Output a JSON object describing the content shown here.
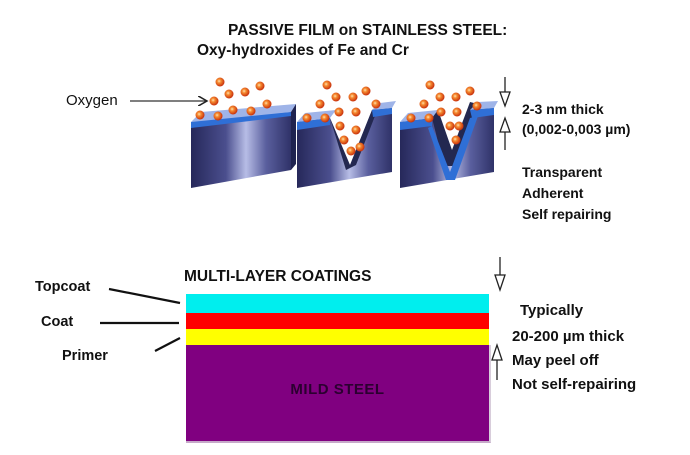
{
  "passive_film": {
    "title_line1": "PASSIVE FILM on STAINLESS STEEL:",
    "title_line2": "Oxy-hydroxides of Fe and Cr",
    "oxygen_label": "Oxygen",
    "thickness_line1": "2-3 nm thick",
    "thickness_line2": "(0,002-0,003 µm)",
    "properties": [
      "Transparent",
      "Adherent",
      "Self repairing"
    ],
    "panels": [
      "intact-film",
      "scratched-film",
      "repaired-film"
    ]
  },
  "multilayer": {
    "title": "MULTI-LAYER COATINGS",
    "layers": [
      {
        "label": "Topcoat",
        "color": "#00eeee"
      },
      {
        "label": "Coat",
        "color": "#ff0000"
      },
      {
        "label": "Primer",
        "color": "#ffff00"
      }
    ],
    "substrate": {
      "label": "MILD  STEEL",
      "color": "#800080"
    },
    "properties": [
      "Typically",
      "20-200 µm thick",
      "May peel off",
      "Not self-repairing"
    ]
  },
  "colors": {
    "film": "#2f6fd6",
    "film_top": "#9fb4e8",
    "metal_dark": "#2a2d5c",
    "oxygen": "#f07020"
  }
}
